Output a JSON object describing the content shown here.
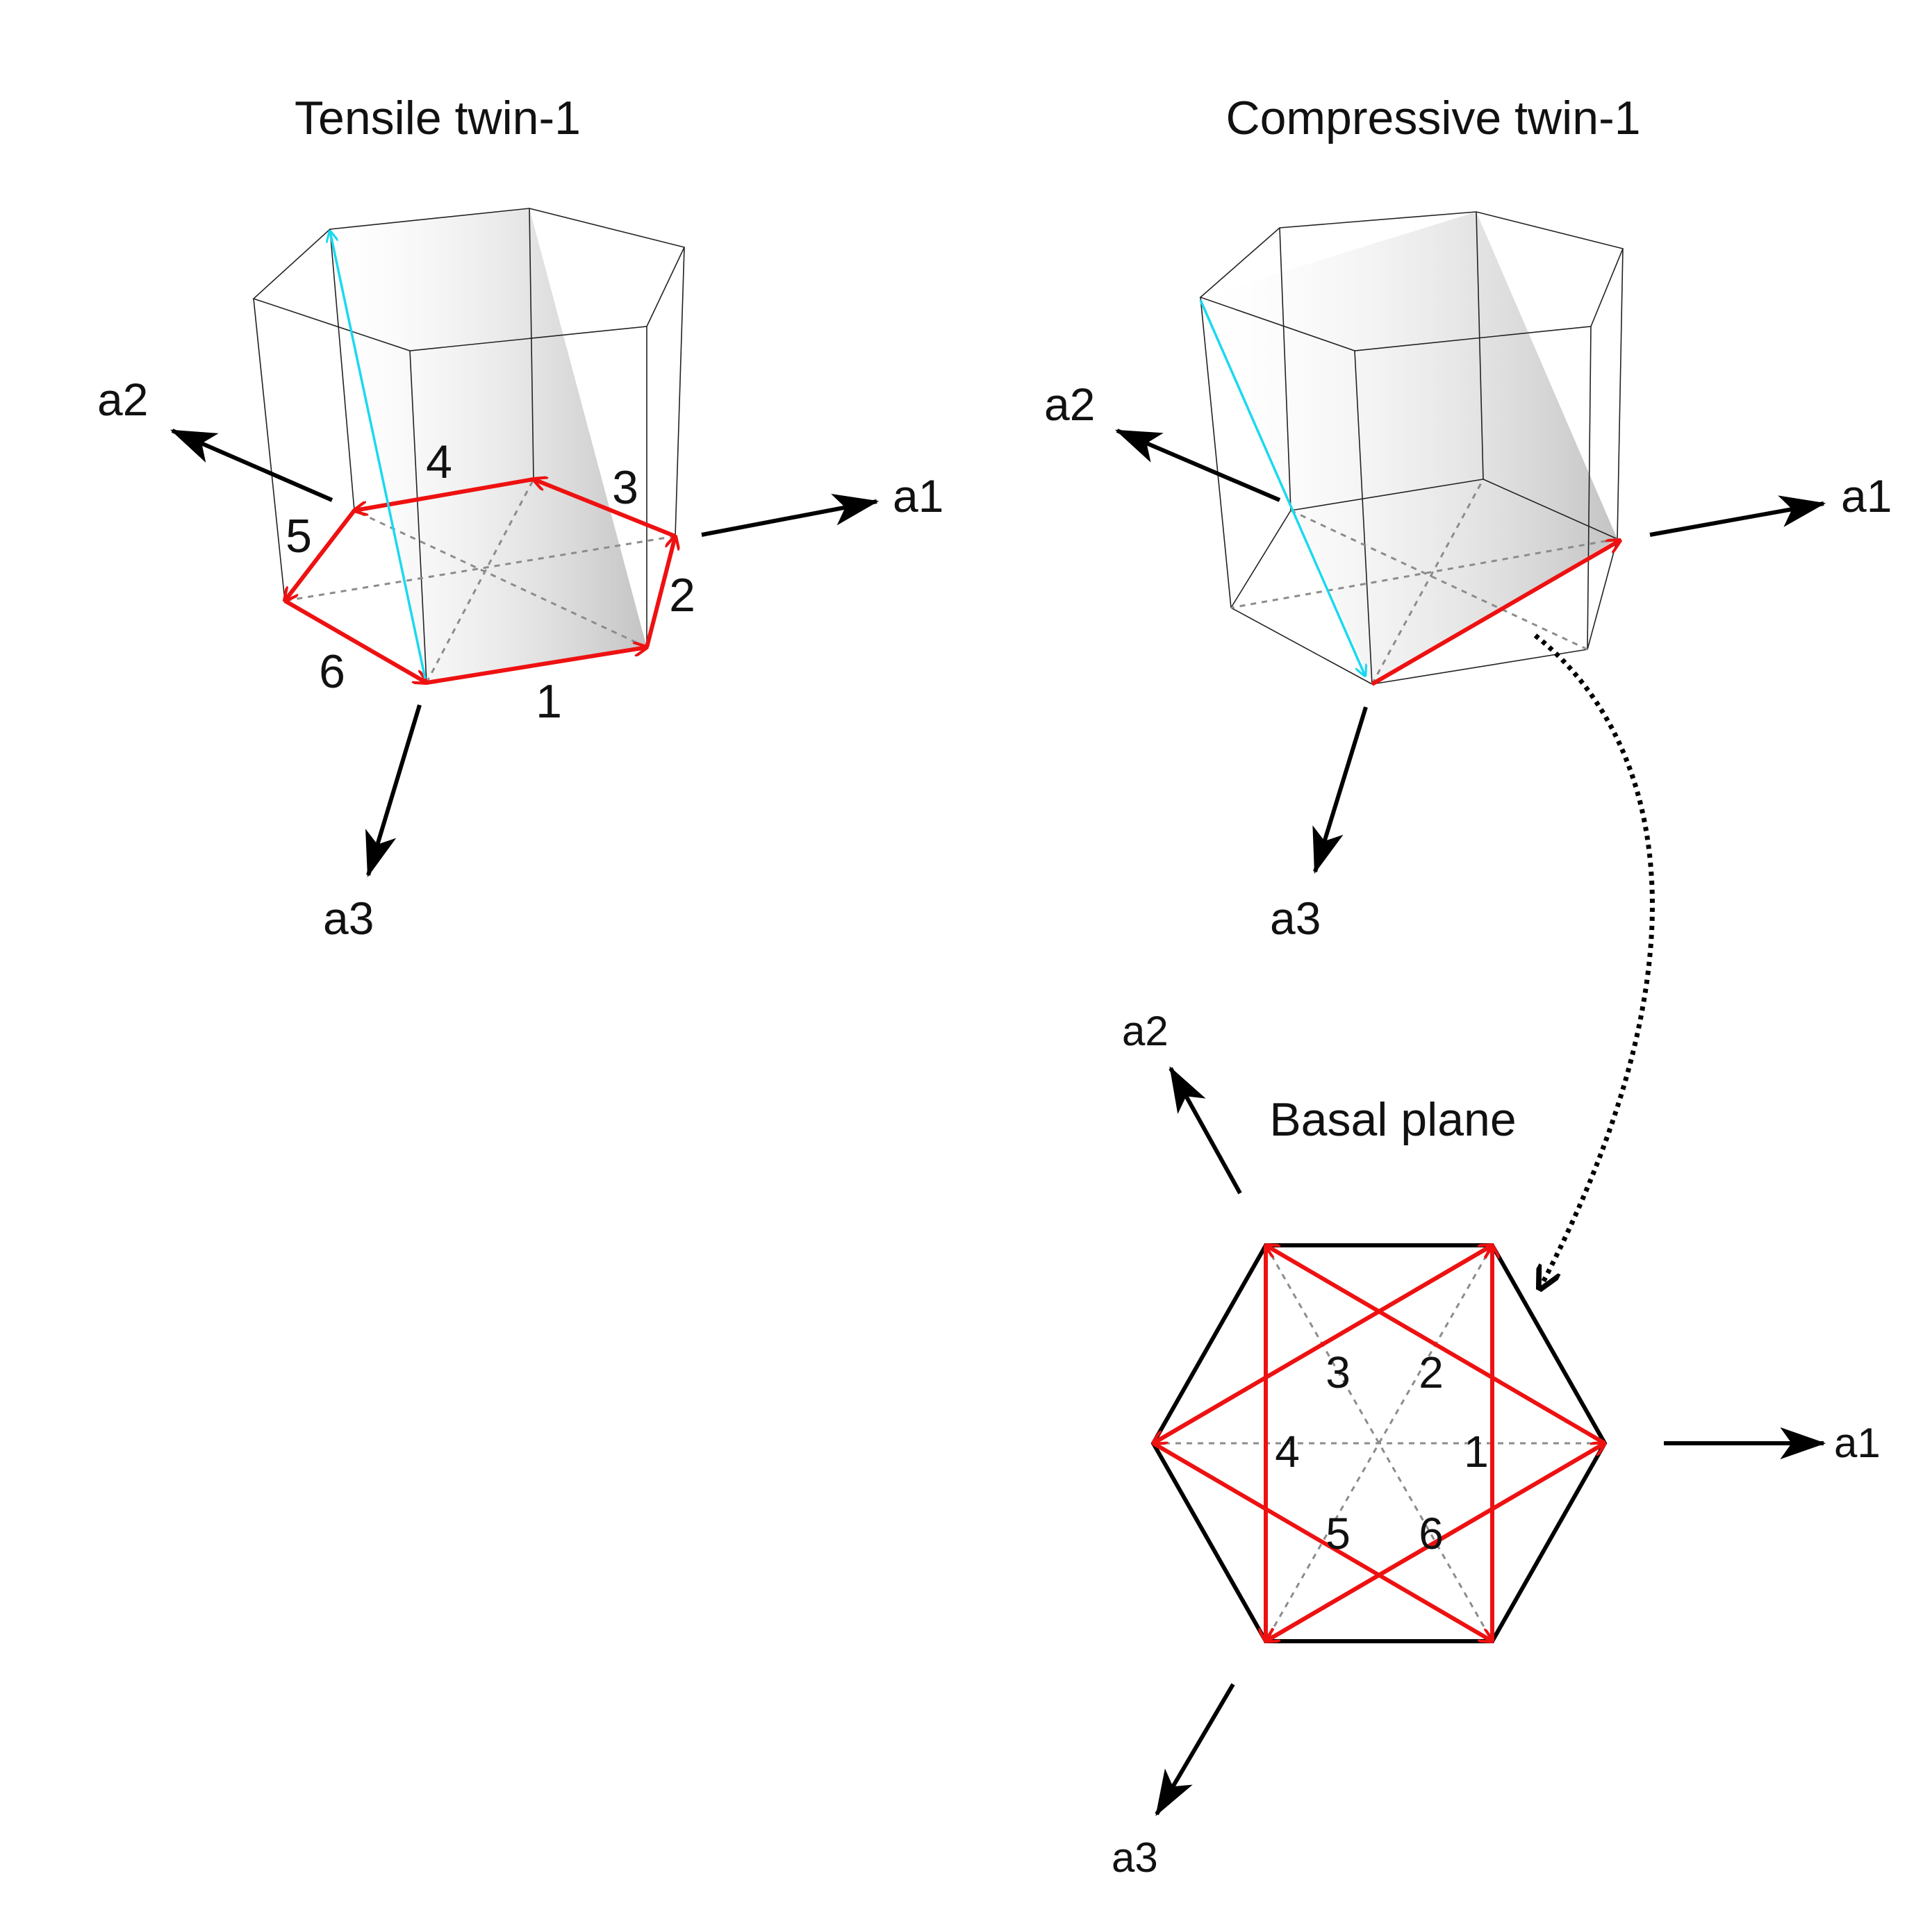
{
  "panels": {
    "tensile": {
      "title": "Tensile twin-1",
      "axes": {
        "a1": "a1",
        "a2": "a2",
        "a3": "a3"
      },
      "edge_numbers": [
        "1",
        "2",
        "3",
        "4",
        "5",
        "6"
      ]
    },
    "compressive": {
      "title": "Compressive twin-1",
      "axes": {
        "a1": "a1",
        "a2": "a2",
        "a3": "a3"
      }
    },
    "basal": {
      "title": "Basal plane",
      "axes": {
        "a1": "a1",
        "a2": "a2",
        "a3": "a3"
      },
      "direction_numbers": [
        "1",
        "2",
        "3",
        "4",
        "5",
        "6"
      ]
    }
  },
  "colors": {
    "twin_direction": "#ee1111",
    "shear_vector": "#19d9f0",
    "twin_plane": "#d6d6d6",
    "axes": "#000000"
  }
}
